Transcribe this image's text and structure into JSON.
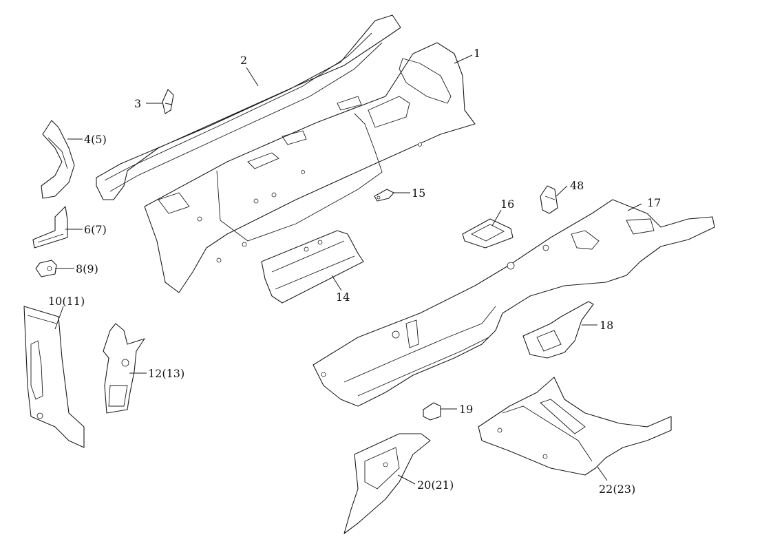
{
  "callouts": {
    "c1": "1",
    "c2": "2",
    "c3": "3",
    "c4": "4(5)",
    "c6": "6(7)",
    "c8": "8(9)",
    "c10": "10(11)",
    "c12": "12(13)",
    "c14": "14",
    "c15": "15",
    "c16": "16",
    "c17": "17",
    "c18": "18",
    "c19": "19",
    "c20": "20(21)",
    "c22": "22(23)",
    "c48": "48"
  },
  "colors": {
    "line": "#1a1a1a",
    "background": "#ffffff"
  }
}
